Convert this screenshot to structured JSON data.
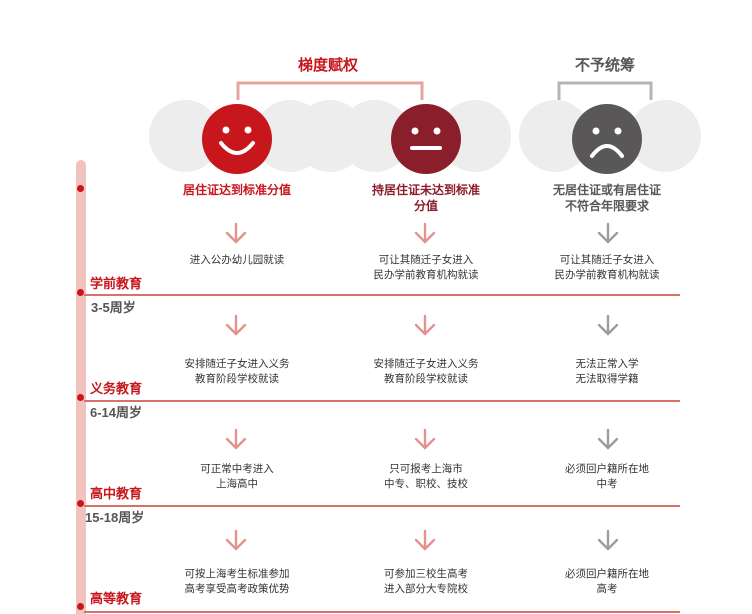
{
  "colors": {
    "red": "#c8161d",
    "dark_red": "#8b1e2b",
    "gray_face": "#595757",
    "bracket_red": "#e7a49f",
    "bracket_gray": "#b5b5b5",
    "bg_circle": "#ededed",
    "axis_pink": "#f2c2bd",
    "divider_red": "#d9706a",
    "arrow_red": "#e3938d",
    "arrow_gray": "#9d9d9d",
    "text_gray": "#555555"
  },
  "groups": {
    "weighted": {
      "title": "梯度赋权"
    },
    "excluded": {
      "title": "不予统筹"
    }
  },
  "columns": [
    {
      "face": "happy-face-icon",
      "label_lines": [
        "居住证达到标准分值"
      ]
    },
    {
      "face": "neutral-face-icon",
      "label_lines": [
        "持居住证未达到标准",
        "分值"
      ]
    },
    {
      "face": "sad-face-icon",
      "label_lines": [
        "无居住证或有居住证",
        "不符合年限要求"
      ]
    }
  ],
  "stages": [
    {
      "name": "学前教育",
      "age": "3-5周岁",
      "cells": [
        [
          "进入公办幼儿园就读"
        ],
        [
          "可让其随迁子女进入",
          "民办学前教育机构就读"
        ],
        [
          "可让其随迁子女进入",
          "民办学前教育机构就读"
        ]
      ]
    },
    {
      "name": "义务教育",
      "age": "6-14周岁",
      "cells": [
        [
          "安排随迁子女进入义务",
          "教育阶段学校就读"
        ],
        [
          "安排随迁子女进入义务",
          "教育阶段学校就读"
        ],
        [
          "无法正常入学",
          "无法取得学籍"
        ]
      ]
    },
    {
      "name": "高中教育",
      "age": "15-18周岁",
      "cells": [
        [
          "可正常中考进入",
          "上海高中"
        ],
        [
          "只可报考上海市",
          "中专、职校、技校"
        ],
        [
          "必须回户籍所在地",
          "中考"
        ]
      ]
    },
    {
      "name": "高等教育",
      "age": "",
      "cells": [
        [
          "可按上海考生标准参加",
          "高考享受高考政策优势"
        ],
        [
          "可参加三校生高考",
          "进入部分大专院校"
        ],
        [
          "必须回户籍所在地",
          "高考"
        ]
      ]
    }
  ]
}
